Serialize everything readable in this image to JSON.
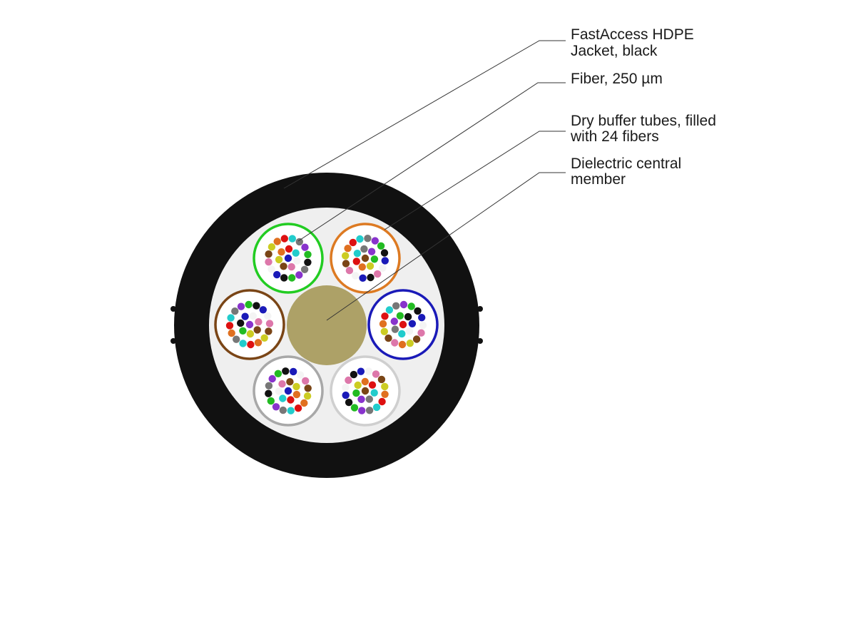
{
  "callouts": [
    {
      "id": "jacket",
      "lines": [
        "FastAccess HDPE",
        "Jacket, black"
      ]
    },
    {
      "id": "fiber",
      "lines": [
        "Fiber, 250 µm"
      ]
    },
    {
      "id": "tubes",
      "lines": [
        "Dry buffer tubes, filled",
        "with 24 fibers"
      ]
    },
    {
      "id": "central",
      "lines": [
        "Dielectric central",
        "member"
      ]
    }
  ],
  "cable": {
    "jacket_color": "#111111",
    "interior_color": "#efefef",
    "central_member_color": "#ada167",
    "buffer_tube_colors": [
      "#22cc22",
      "#dd7a22",
      "#1a1ab8",
      "#7a4516",
      "#a8a8a8",
      "#cfcfcf"
    ],
    "fibers_per_tube": 24,
    "fiber_colors": [
      "#1a1ab8",
      "#e07020",
      "#22bb22",
      "#7a4516",
      "#777777",
      "#f4f4f4",
      "#dd1111",
      "#111111",
      "#cccc22",
      "#8833cc",
      "#dd77aa",
      "#22cccc"
    ]
  }
}
